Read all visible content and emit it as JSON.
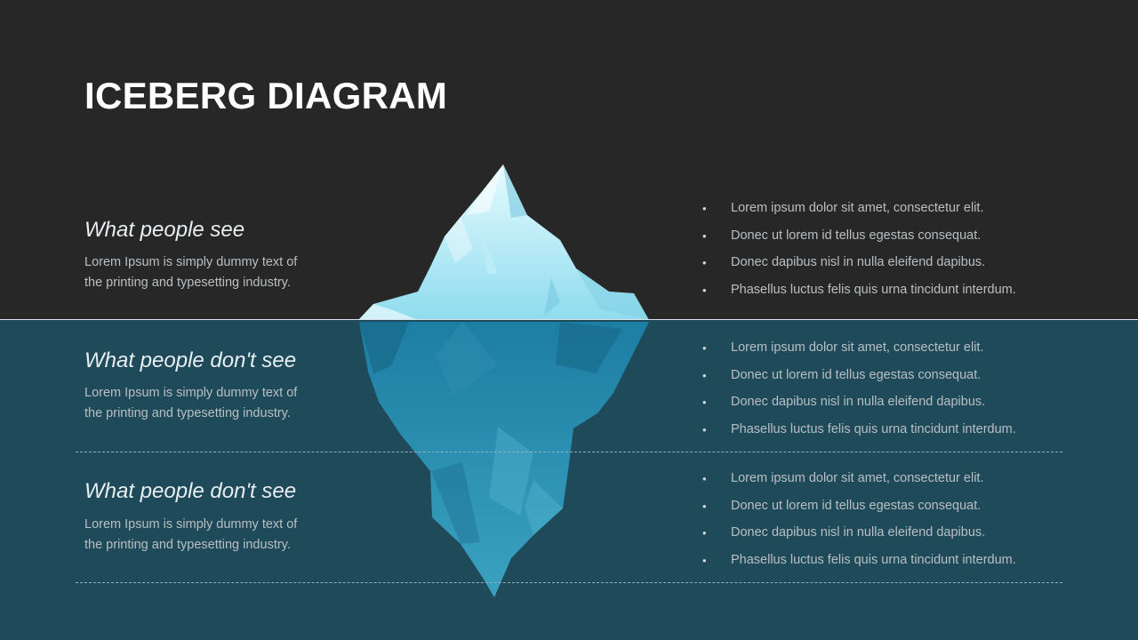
{
  "title": "ICEBERG DIAGRAM",
  "sections": [
    {
      "heading": "What people see",
      "body_line1": "Lorem Ipsum is simply dummy text of",
      "body_line2": "the printing and typesetting industry.",
      "bullets": [
        "Lorem ipsum dolor sit amet, consectetur elit.",
        "Donec ut lorem id tellus egestas consequat.",
        "Donec dapibus nisl in nulla eleifend dapibus.",
        "Phasellus luctus felis quis urna tincidunt interdum."
      ]
    },
    {
      "heading": "What people don't see",
      "body_line1": "Lorem Ipsum is simply dummy text of",
      "body_line2": "the printing and typesetting industry.",
      "bullets": [
        "Lorem ipsum dolor sit amet, consectetur elit.",
        "Donec ut lorem id tellus egestas consequat.",
        "Donec dapibus nisl in nulla eleifend dapibus.",
        "Phasellus luctus felis quis urna tincidunt interdum."
      ]
    },
    {
      "heading": "What people don't see",
      "body_line1": "Lorem Ipsum is simply dummy text of",
      "body_line2": "the printing and typesetting industry.",
      "bullets": [
        "Lorem ipsum dolor sit amet, consectetur elit.",
        "Donec ut lorem id tellus egestas consequat.",
        "Donec dapibus nisl in nulla eleifend dapibus.",
        "Phasellus luctus felis quis urna tincidunt interdum."
      ]
    }
  ],
  "colors": {
    "above_water_bg": "#272727",
    "below_water_bg": "#1e4a5a",
    "ice_light": "#d9f6fb",
    "ice_mid": "#9fe2f0",
    "ice_underwater": "#2a93b5"
  },
  "illustration": "iceberg-icon"
}
